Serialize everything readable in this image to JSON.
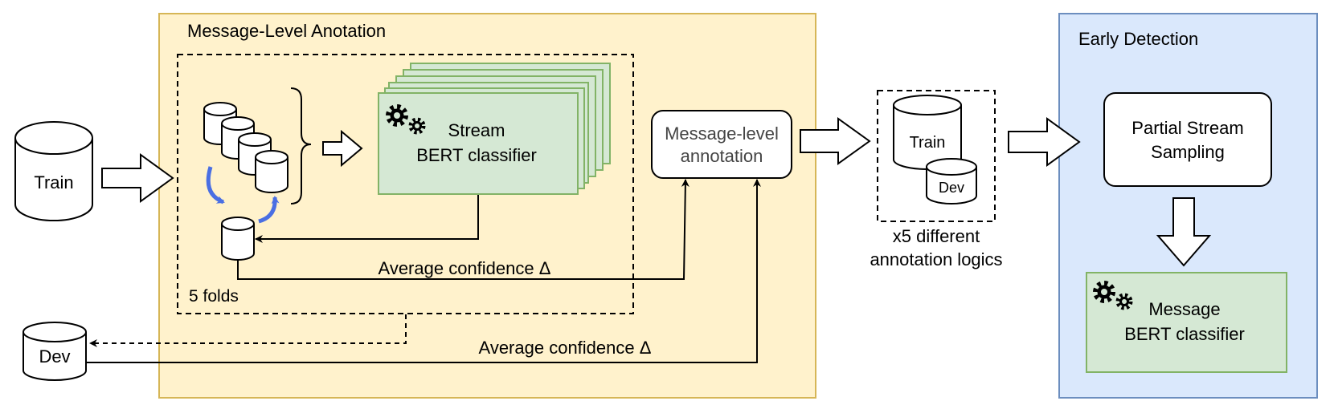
{
  "diagram": {
    "sections": {
      "annotation_title": "Message-Level Anotation",
      "early_detection_title": "Early Detection"
    },
    "train_label": "Train",
    "dev_label": "Dev",
    "folds_label": "5 folds",
    "stream_classifier": {
      "line1": "Stream",
      "line2": "BERT classifier"
    },
    "message_level_annotation": {
      "line1": "Message-level",
      "line2": "annotation"
    },
    "confidence_label_top": "Average confidence Δ",
    "confidence_label_bottom": "Average confidence Δ",
    "output_sets": {
      "train": "Train",
      "dev": "Dev"
    },
    "logics_caption": {
      "line1": "x5 different",
      "line2": "annotation logics"
    },
    "partial_sampling": {
      "line1": "Partial Stream",
      "line2": "Sampling"
    },
    "message_classifier": {
      "line1": "Message",
      "line2": "BERT classifier"
    },
    "colors": {
      "annotation_fill": "#fff2cc",
      "annotation_stroke": "#d6b656",
      "detection_fill": "#dae8fc",
      "detection_stroke": "#6c8ebf",
      "classifier_fill": "#d5e8d4",
      "classifier_stroke": "#82b366",
      "fold_arrow": "#4a6fe3",
      "annotation_text": "#444444"
    }
  }
}
